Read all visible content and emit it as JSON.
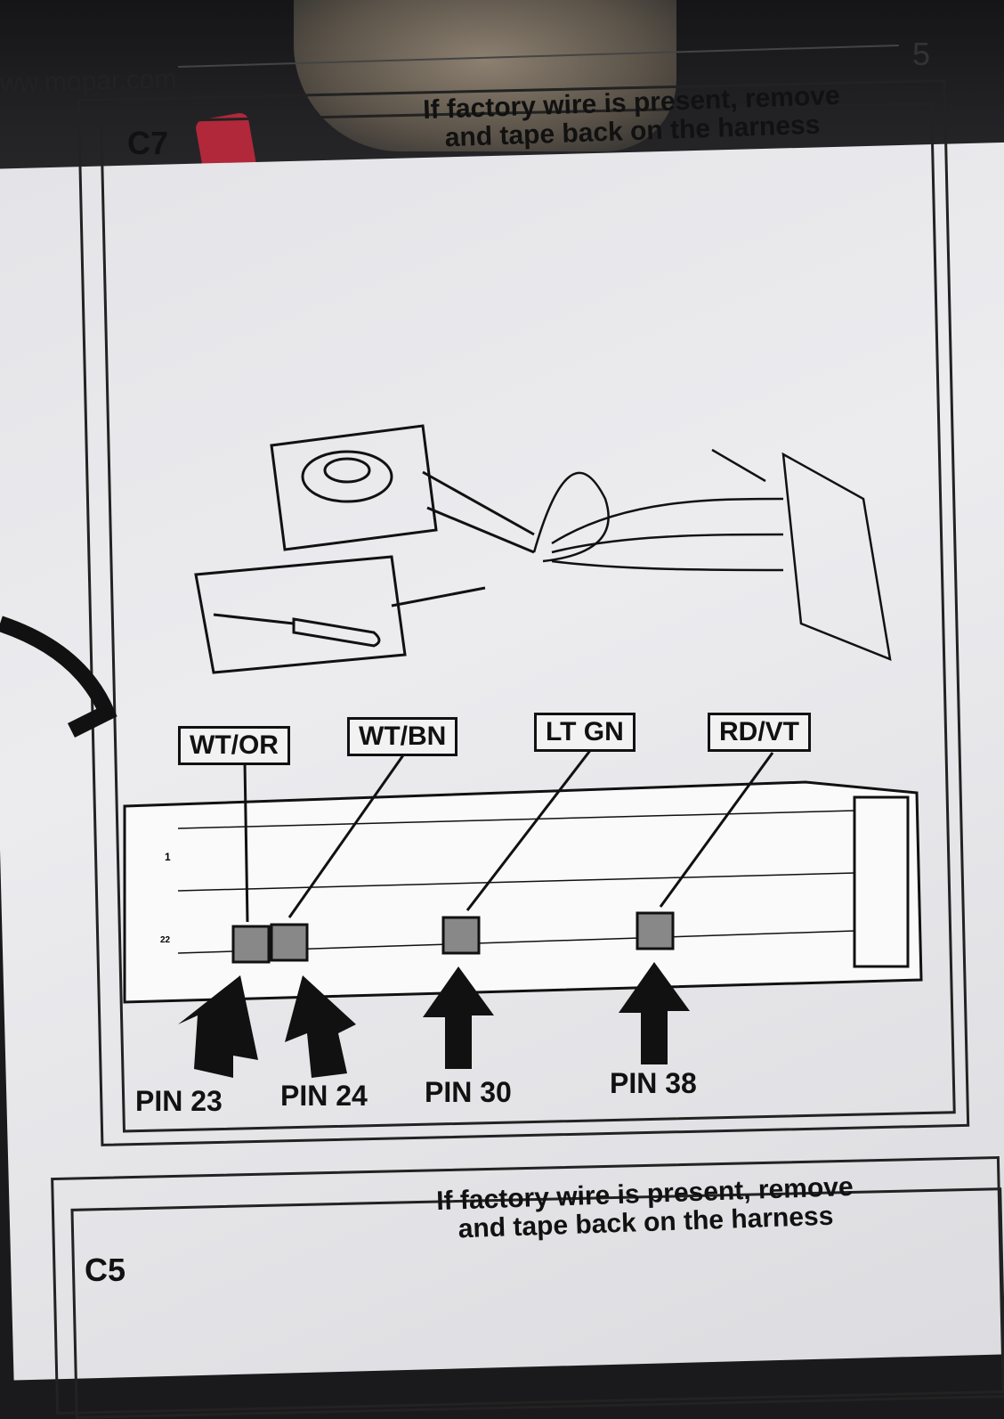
{
  "header": {
    "page_number": "5",
    "url": "ww.mopar.com"
  },
  "panels": [
    {
      "id": "C7",
      "instruction_line1": "If factory wire is present, remove",
      "instruction_line2": "and tape back on the harness",
      "wires": [
        {
          "color_code": "WT/OR",
          "pin": "PIN 23"
        },
        {
          "color_code": "WT/BN",
          "pin": "PIN 24"
        },
        {
          "color_code": "LT GN",
          "pin": "PIN 30"
        },
        {
          "color_code": "RD/VT",
          "pin": "PIN 38"
        }
      ],
      "connector_row_labels": [
        "1",
        "22"
      ]
    },
    {
      "id": "C5",
      "instruction_line1": "If factory wire is present, remove",
      "instruction_line2": "and tape back on the harness"
    }
  ]
}
